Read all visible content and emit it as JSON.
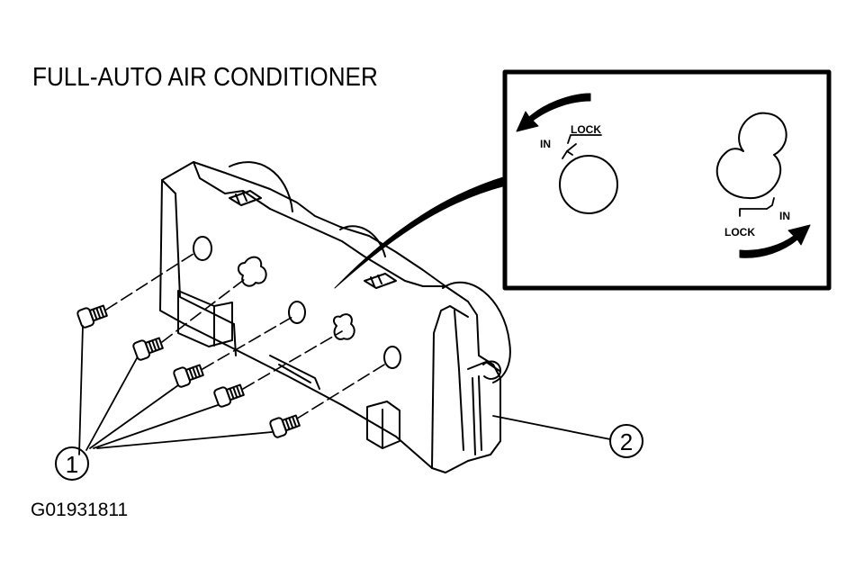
{
  "title": "FULL-AUTO AIR CONDITIONER",
  "figure_id": "G01931811",
  "inset": {
    "left_knob": {
      "lock_label": "LOCK",
      "in_label": "IN"
    },
    "right_knob": {
      "lock_label": "LOCK",
      "in_label": "IN"
    }
  },
  "callouts": [
    {
      "number": "1"
    },
    {
      "number": "2"
    }
  ]
}
